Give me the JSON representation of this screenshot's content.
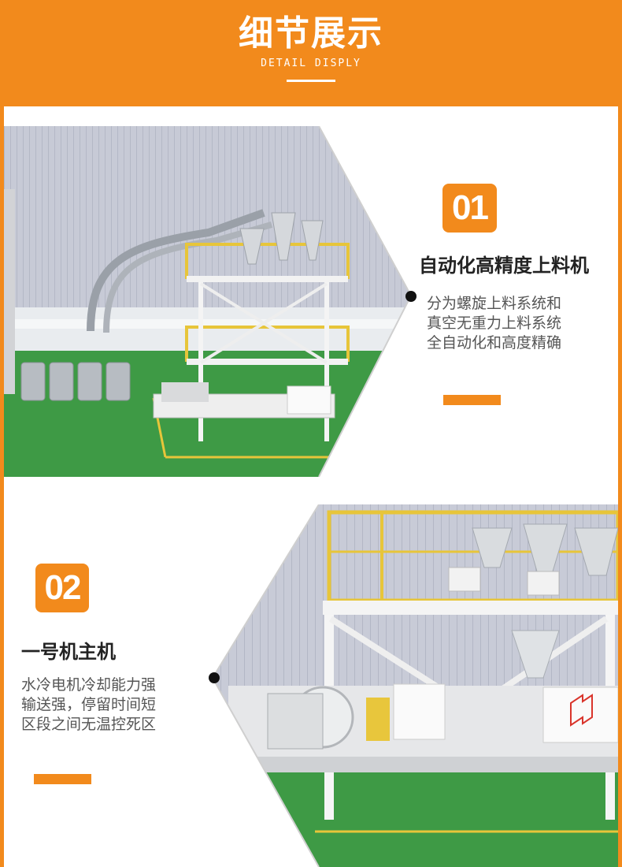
{
  "header": {
    "title": "细节展示",
    "subtitle": "DETAIL DISPLY"
  },
  "sections": [
    {
      "number": "01",
      "title": "自动化高精度上料机",
      "description": [
        "分为螺旋上料系统和",
        "真空无重力上料系统",
        "全自动化和高度精确"
      ]
    },
    {
      "number": "02",
      "title": "一号机主机",
      "description": [
        "水冷电机冷却能力强",
        "输送强，停留时间短",
        "区段之间无温控死区"
      ]
    }
  ],
  "colors": {
    "accent": "#f28a1c",
    "floor": "#3e9a45",
    "wall": "#c9ccd6",
    "railing": "#e7c53a"
  }
}
